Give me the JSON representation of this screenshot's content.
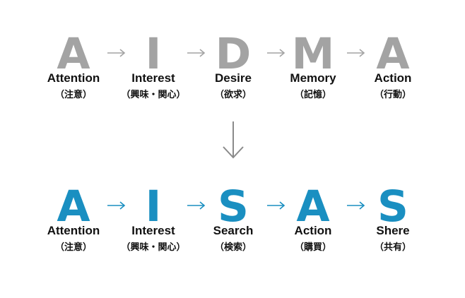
{
  "colors": {
    "old_model_letters": "#a3a3a3",
    "new_model_letters": "#1a8fc1",
    "old_arrows": "#a3a3a3",
    "new_arrows": "#1a8fc1",
    "transition_arrow": "#8a8a8a",
    "labels": "#111111"
  },
  "top_model": {
    "steps": [
      {
        "letter": "A",
        "english": "Attention",
        "japanese": "（注意）"
      },
      {
        "letter": "I",
        "english": "Interest",
        "japanese": "（興味・関心）"
      },
      {
        "letter": "D",
        "english": "Desire",
        "japanese": "（欲求）"
      },
      {
        "letter": "M",
        "english": "Memory",
        "japanese": "（記憶）"
      },
      {
        "letter": "A",
        "english": "Action",
        "japanese": "（行動）"
      }
    ],
    "connector_icon": "right-arrow-icon"
  },
  "transition_icon": "down-arrow-icon",
  "bottom_model": {
    "steps": [
      {
        "letter": "A",
        "english": "Attention",
        "japanese": "（注意）"
      },
      {
        "letter": "I",
        "english": "Interest",
        "japanese": "（興味・関心）"
      },
      {
        "letter": "S",
        "english": "Search",
        "japanese": "（検索）"
      },
      {
        "letter": "A",
        "english": "Action",
        "japanese": "（購買）"
      },
      {
        "letter": "S",
        "english": "Shere",
        "japanese": "（共有）"
      }
    ],
    "connector_icon": "right-arrow-icon"
  }
}
